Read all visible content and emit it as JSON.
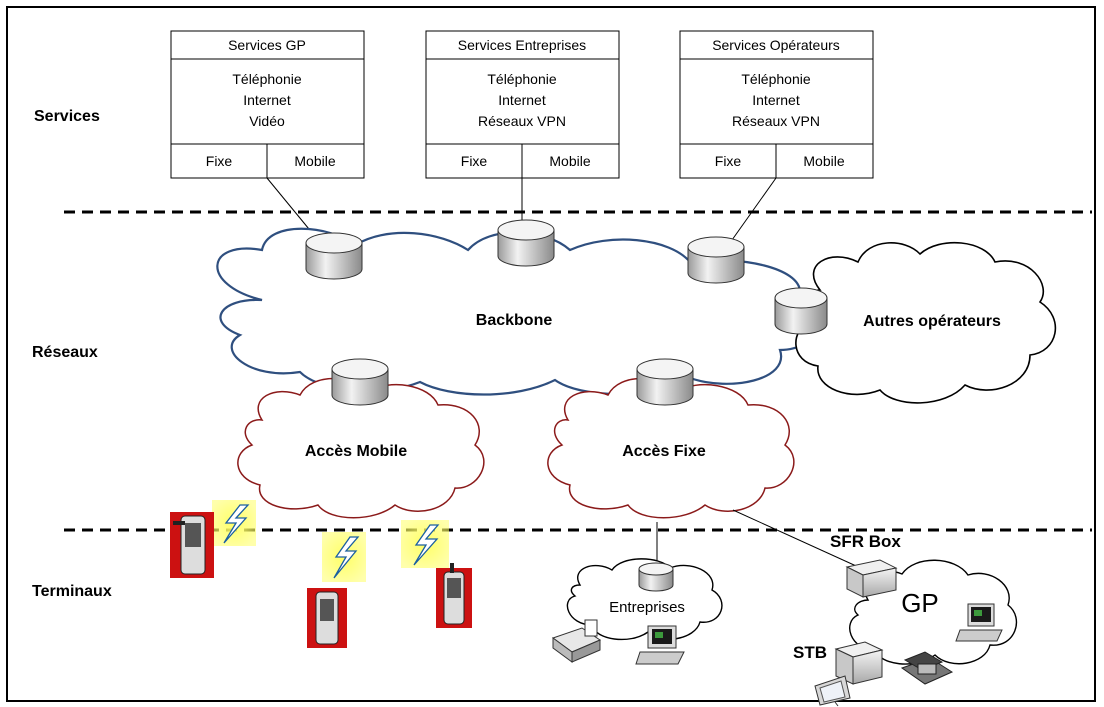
{
  "layers": {
    "services": "Services",
    "networks": "Réseaux",
    "terminals": "Terminaux"
  },
  "service_boxes": [
    {
      "title": "Services GP",
      "lines": [
        "Téléphonie",
        "Internet",
        "Vidéo"
      ],
      "left": "Fixe",
      "right": "Mobile"
    },
    {
      "title": "Services Entreprises",
      "lines": [
        "Téléphonie",
        "Internet",
        "Réseaux VPN"
      ],
      "left": "Fixe",
      "right": "Mobile"
    },
    {
      "title": "Services Opérateurs",
      "lines": [
        "Téléphonie",
        "Internet",
        "Réseaux VPN"
      ],
      "left": "Fixe",
      "right": "Mobile"
    }
  ],
  "clouds": {
    "backbone": "Backbone",
    "other_operators": "Autres opérateurs",
    "mobile_access": "Accès Mobile",
    "fixed_access": "Accès Fixe",
    "enterprises": "Entreprises",
    "gp": "GP"
  },
  "devices": {
    "sfr_box": "SFR Box",
    "stb": "STB"
  },
  "colors": {
    "backbone_outline": "#2f4f7f",
    "access_outline": "#8b1a1a",
    "phone_red": "#cc1111",
    "signal_yellow": "#ffff44"
  }
}
